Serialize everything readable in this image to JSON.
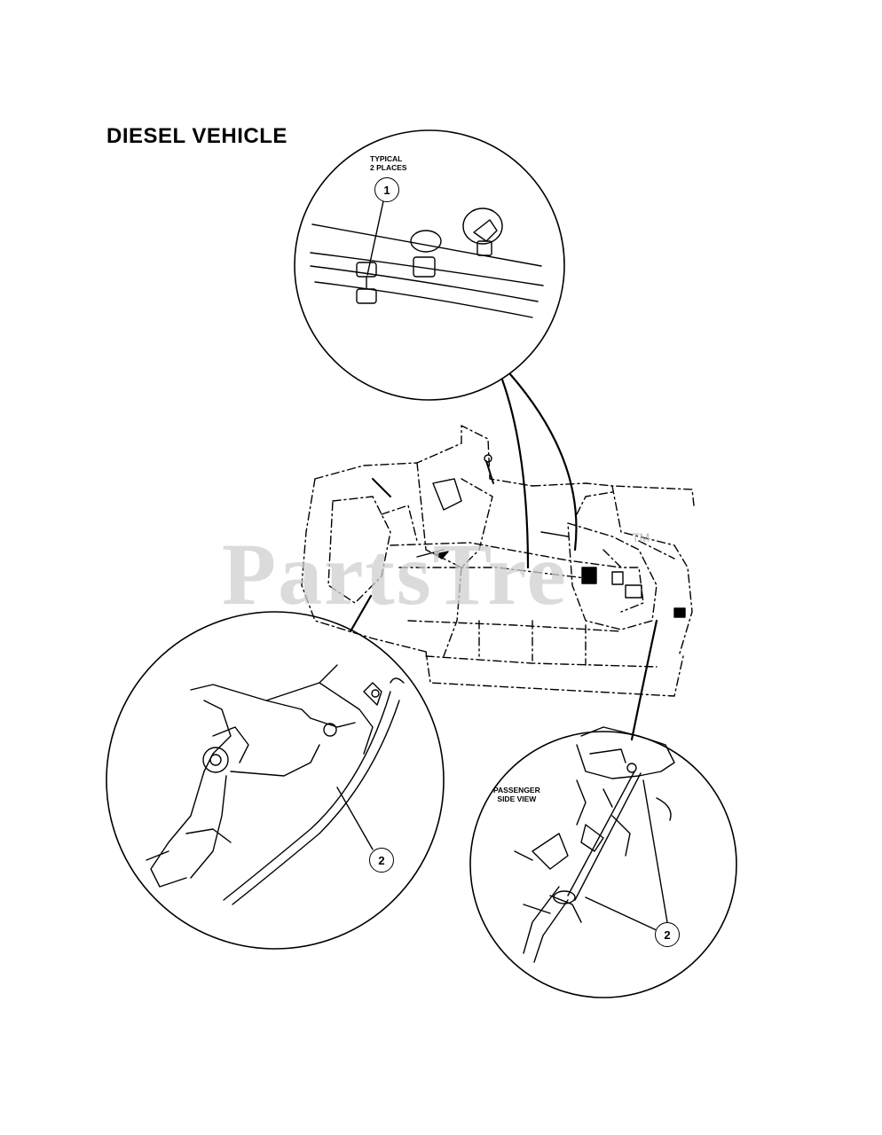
{
  "title": "DIESEL VEHICLE",
  "detail_top": {
    "note_line1": "TYPICAL",
    "note_line2": "2 PLACES",
    "callout": "1"
  },
  "detail_left": {
    "callout": "2"
  },
  "detail_right": {
    "note_line1": "PASSENGER",
    "note_line2": "SIDE VIEW",
    "callout": "2"
  },
  "watermark": {
    "text": "PartsTre",
    "trademark": "TM"
  },
  "colors": {
    "line": "#000000",
    "watermark": "#cfcfcf"
  }
}
